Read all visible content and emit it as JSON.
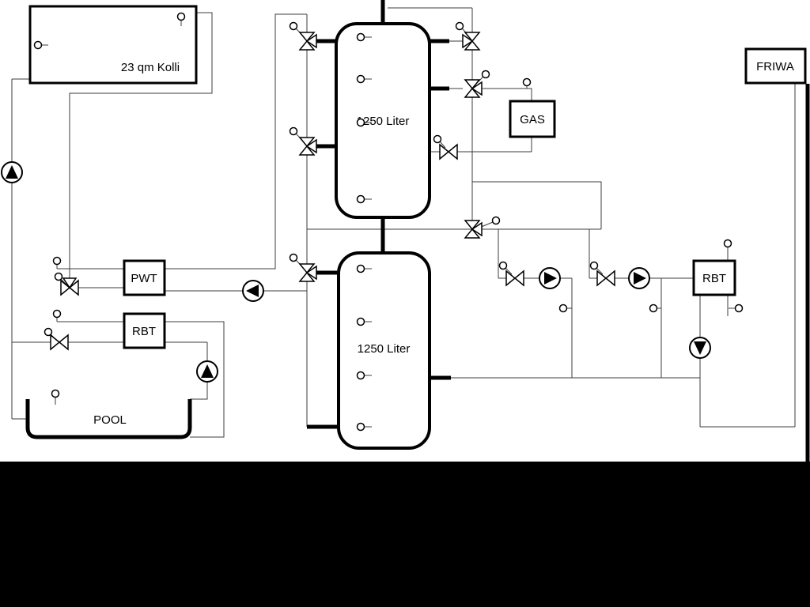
{
  "diagram": {
    "collector": "23 qm Kolli",
    "tank_top": "1250 Liter",
    "tank_bottom": "1250 Liter",
    "gas": "GAS",
    "friwa": "FRIWA",
    "pwt": "PWT",
    "rbt_left": "RBT",
    "rbt_right": "RBT",
    "pool": "POOL"
  },
  "colors": {
    "background": "#ffffff",
    "line": "#000000",
    "letterbox": "#000000"
  }
}
